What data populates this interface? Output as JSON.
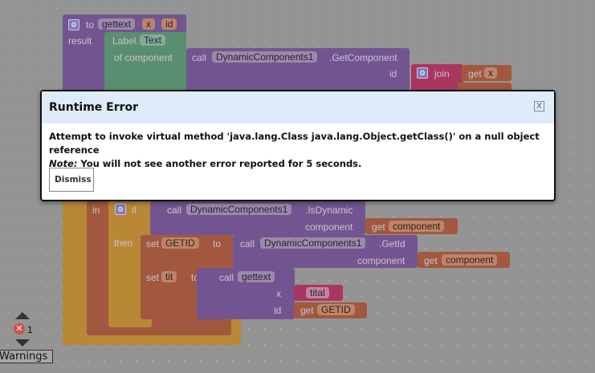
{
  "blocks": {
    "proc_to": "to",
    "proc_name": "gettext",
    "param_x": "x",
    "param_id": "id",
    "result": "result",
    "label_comp": "Label.",
    "label_prop": "Text",
    "of_component": "of component",
    "call": "call",
    "dc": "DynamicComponents1",
    "get_component": ".GetComponent",
    "id": "id",
    "join": "join",
    "get": "get",
    "x": "x",
    "in": "in",
    "if": "if",
    "is_dynamic": ".IsDynamic",
    "component": "component",
    "then": "then",
    "set": "set",
    "getid_var": "GETID",
    "to": "to",
    "get_id_method": ".GetId",
    "tit_var": "tit",
    "gettext": "gettext",
    "tital": "tital"
  },
  "dialog": {
    "title": "Runtime Error",
    "message": "Attempt to invoke virtual method 'java.lang.Class java.lang.Object.getClass()' on a null object reference",
    "note_label": "Note:",
    "note_text": " You will not see another error reported for 5 seconds.",
    "dismiss": "Dismiss",
    "close": "X"
  },
  "warnings": {
    "error_count": "1",
    "label": "Warnings"
  }
}
